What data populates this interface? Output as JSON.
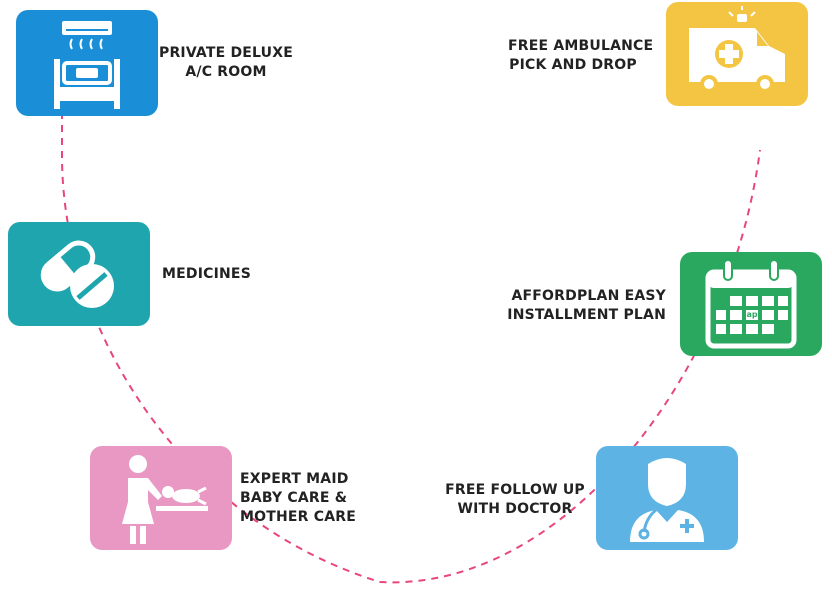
{
  "colors": {
    "room": "#1a8fd8",
    "ambulance": "#f3c542",
    "medicines": "#1fa5ae",
    "installment": "#2aa860",
    "maid": "#e898c3",
    "doctor": "#5cb3e4",
    "arc": "#e8467e"
  },
  "features": {
    "room": {
      "icon": "bed-icon",
      "line1": "PRIVATE DELUXE",
      "line2": "A/C ROOM"
    },
    "ambulance": {
      "icon": "ambulance-icon",
      "line1": "FREE AMBULANCE",
      "line2": "PICK AND DROP"
    },
    "medicines": {
      "icon": "pills-icon",
      "line1": "MEDICINES"
    },
    "installment": {
      "icon": "calendar-icon",
      "line1": "AFFORDPLAN EASY",
      "line2": "INSTALLMENT PLAN"
    },
    "maid": {
      "icon": "maid-icon",
      "line1": "EXPERT MAID",
      "line2": "BABY CARE &",
      "line3": "MOTHER CARE"
    },
    "doctor": {
      "icon": "doctor-icon",
      "line1": "FREE FOLLOW UP",
      "line2": "WITH DOCTOR"
    }
  }
}
